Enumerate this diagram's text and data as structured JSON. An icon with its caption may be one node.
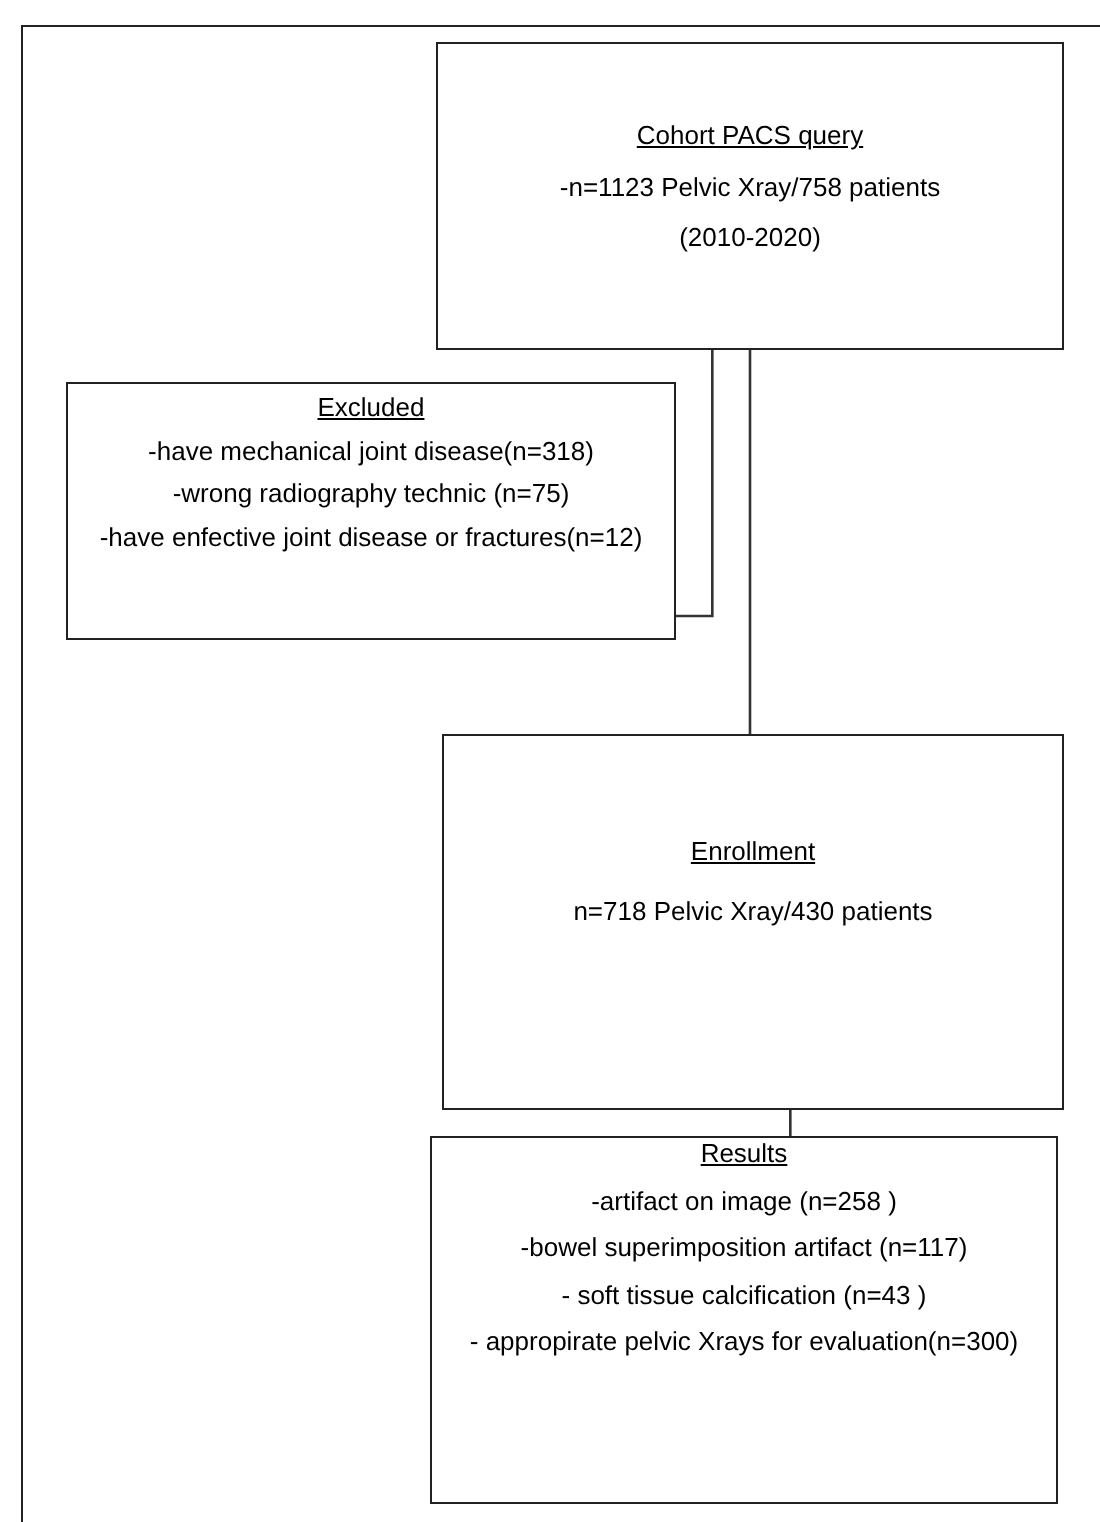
{
  "diagram": {
    "nodes": [
      {
        "text": [
          "Cohort PACS query",
          "-n=1123  Pelvic Xray/758 patients",
          "(2010-2020)"
        ]
      },
      {
        "text": [
          "Excluded",
          "-have mechanical joint disease(n=318)",
          "-wrong radiography technic (n=75)",
          "-have enfective joint disease or fractures(n=12)"
        ]
      },
      {
        "text": [
          "Enrollment",
          "n=718  Pelvic Xray/430 patients"
        ]
      },
      {
        "text": [
          "Results",
          "-artifact on image (n=258 )",
          "-bowel superimposition artifact (n=117)",
          "- soft tissue calcification (n=43 )",
          "- appropirate pelvic Xrays for evaluation(n=300)"
        ]
      }
    ],
    "edges": [
      {
        "from": 0,
        "to": 1,
        "arrow": "none"
      },
      {
        "from": 0,
        "to": 2,
        "arrow": "none"
      },
      {
        "from": 2,
        "to": 3,
        "arrow": "none"
      }
    ]
  }
}
